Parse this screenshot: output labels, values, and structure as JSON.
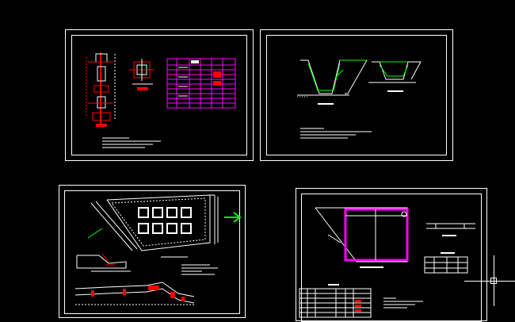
{
  "app": {
    "background": "#000000",
    "line_color": "#ffffff",
    "accent_magenta": "#ff00ff",
    "accent_red": "#ff0000",
    "accent_green": "#00ff00",
    "accent_cyan": "#00ffff"
  },
  "sheets": [
    {
      "name": "sheet-1",
      "content": "section-detail-and-table"
    },
    {
      "name": "sheet-2",
      "content": "channel-cross-sections"
    },
    {
      "name": "sheet-3",
      "content": "plan-view-with-piles"
    },
    {
      "name": "sheet-4",
      "content": "plan-and-title-block"
    }
  ],
  "cursor": {
    "icon": "crosshair-icon"
  }
}
